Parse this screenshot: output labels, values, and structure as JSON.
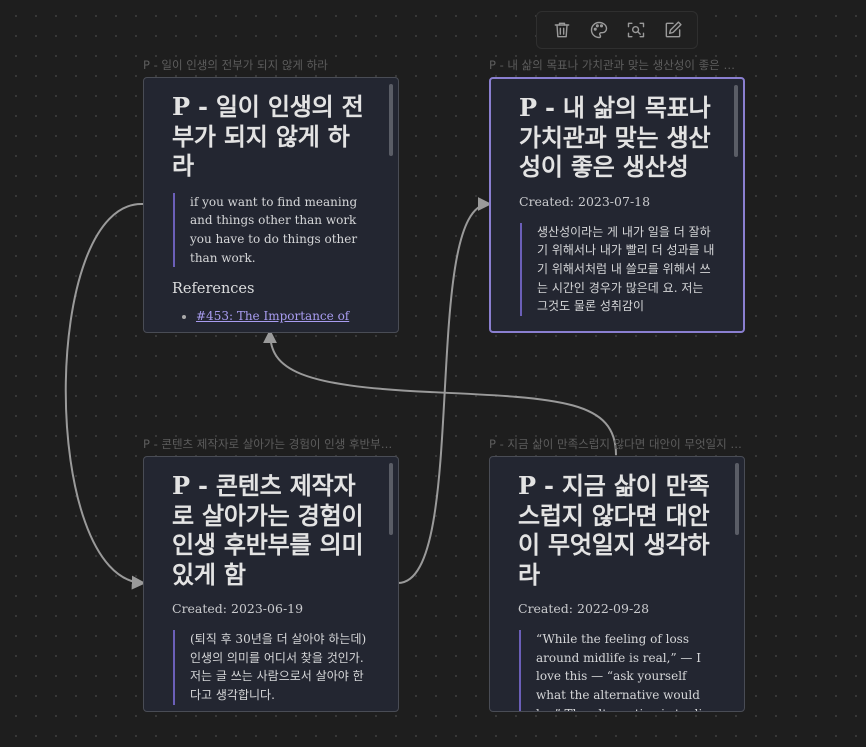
{
  "toolbar": {
    "icons": [
      "trash-icon",
      "palette-icon",
      "zoom-to-selection-icon",
      "edit-icon"
    ]
  },
  "colors": {
    "canvas_bg": "#1e1e1e",
    "card_bg": "#232631",
    "card_border": "#494c55",
    "selected_border": "#8a7fd0",
    "quote_bar": "#6b5fb8",
    "link": "#a89cf0",
    "edge": "#9a9a9a"
  },
  "nodes": {
    "top_left": {
      "label": "P - 일이 인생의 전부가 되지 않게 하라",
      "title": "P - 일이 인생의 전부가 되지 않게 하라",
      "quote": "if you want to find meaning and things other than work you have to do things other than work.",
      "references_heading": "References",
      "reference": "#453: The Importance of"
    },
    "top_right": {
      "label": "P - 내 삶의 목표나 가치관과 맞는 생산성이 좋은 생산성",
      "title": "P - 내 삶의 목표나 가치관과 맞는 생산성이 좋은 생산성",
      "created": "Created: 2023-07-18",
      "quote": "생산성이라는 게 내가 일을 더 잘하기 위해서나 내가 빨리 더 성과를 내기 위해서처럼 내 쓸모를 위해서 쓰는 시간인 경우가 많은데 요. 저는 그것도 물론 성취감이"
    },
    "bottom_left": {
      "label": "P - 콘텐츠 제작자로 살아가는 경험이 인생 후반부를 의미 있게 함",
      "title": "P - 콘텐츠 제작자로 살아가는 경험이 인생 후반부를 의미 있게 함",
      "created": "Created: 2023-06-19",
      "quote": "(퇴직 후 30년을 더 살아야 하는데) 인생의 의미를 어디서 찾을 것인가. 저는 글 쓰는 사람으로서 살아야 한다고 생각합니다."
    },
    "bottom_right": {
      "label": "P - 지금 삶이 만족스럽지 않다면 대안이 무엇일지 생각하라",
      "title": "P - 지금 삶이 만족스럽지 않다면 대안이 무엇일지 생각하라",
      "created": "Created: 2022-09-28",
      "quote": "“While the feeling of loss around midlife is real,” — I love this — “ask yourself what the alternative would be.” The alternative is to die"
    }
  }
}
